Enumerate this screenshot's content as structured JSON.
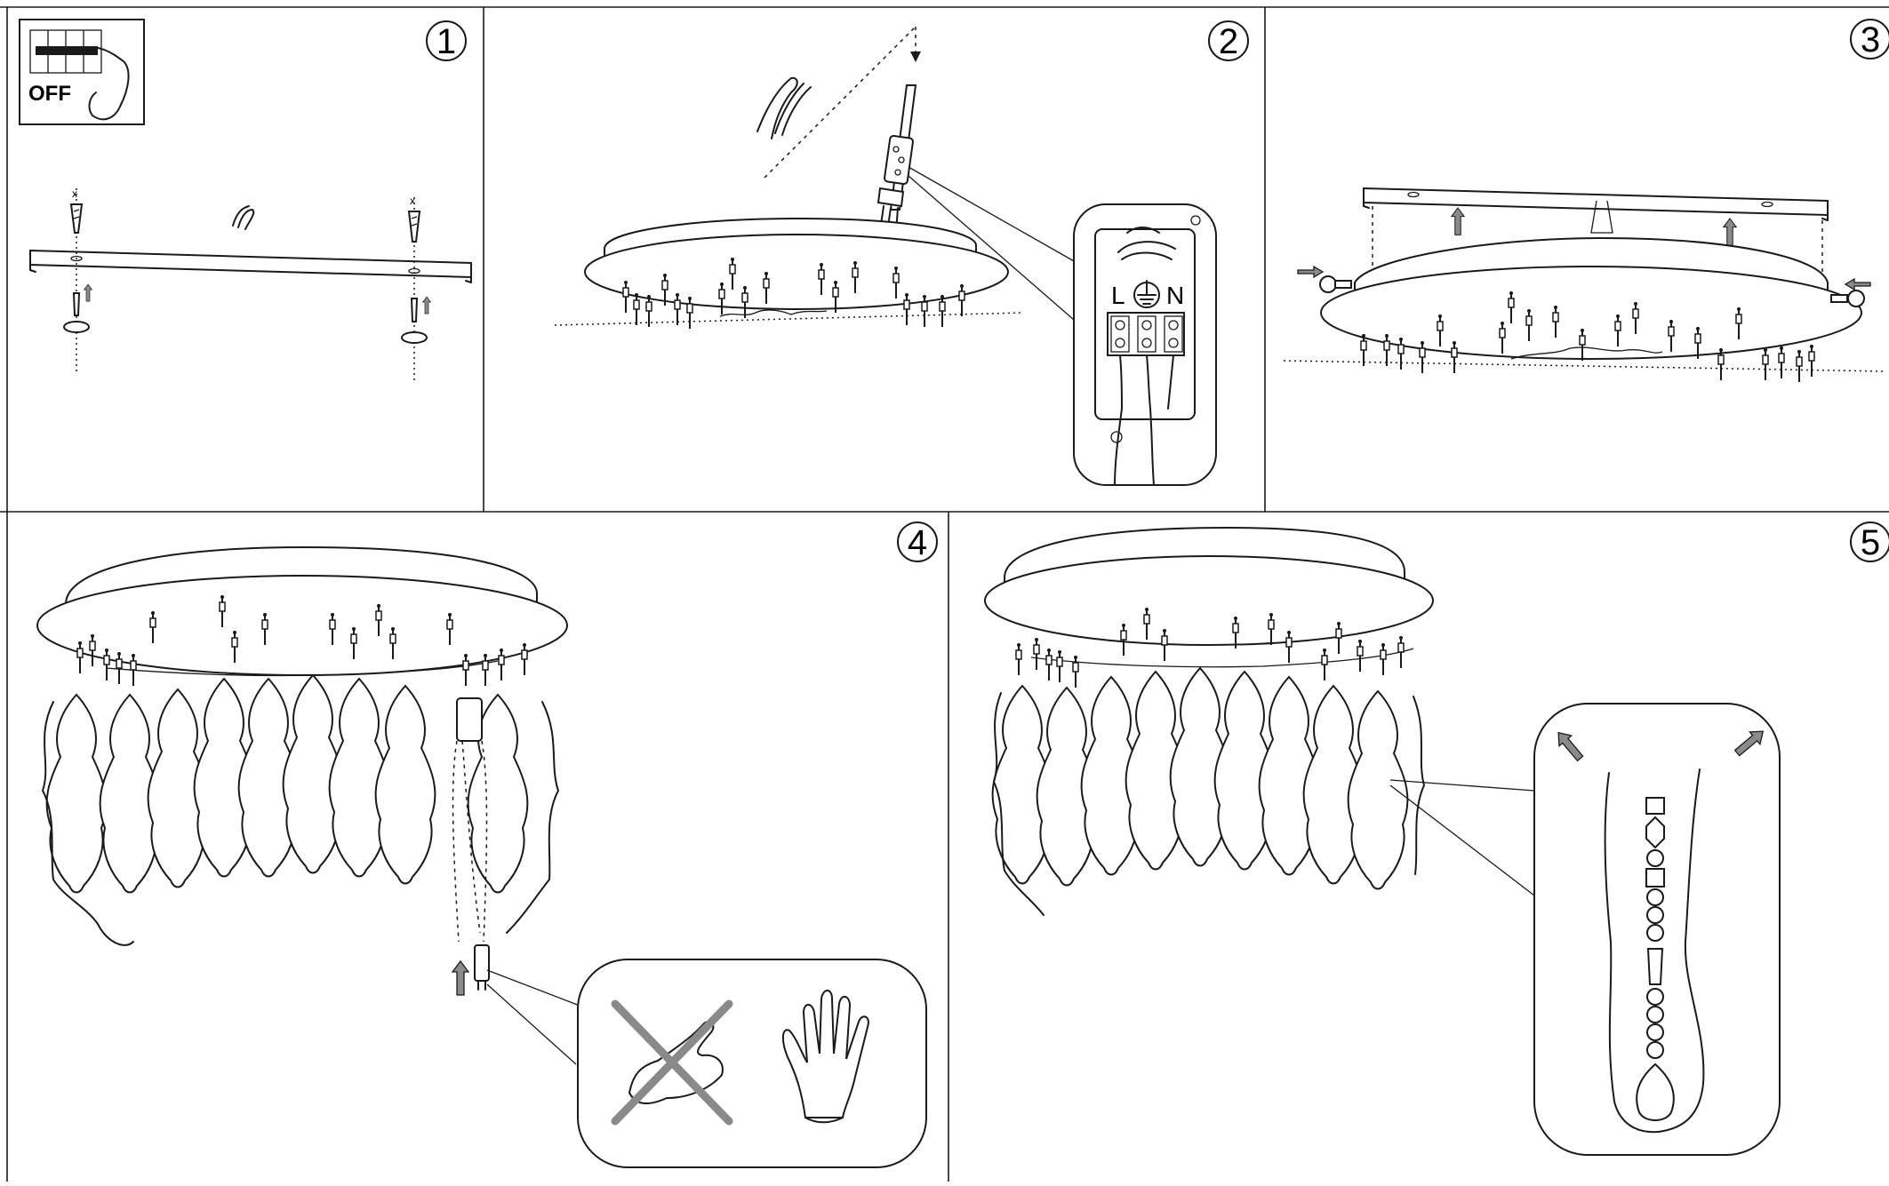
{
  "steps": [
    {
      "number": "1",
      "label_off": "OFF"
    },
    {
      "number": "2",
      "terminal_L": "L",
      "terminal_N": "N"
    },
    {
      "number": "3"
    },
    {
      "number": "4"
    },
    {
      "number": "5"
    }
  ],
  "colors": {
    "line": "#1a1a1a",
    "arrow_fill": "#8a8a8a",
    "background": "#ffffff"
  },
  "icons": [
    "power-switch-icon",
    "screw-anchor-icon",
    "wire-bundle-icon",
    "earth-ground-icon",
    "arrow-up-icon",
    "no-bare-hands-icon",
    "glove-icon",
    "crystal-strand-icon"
  ]
}
